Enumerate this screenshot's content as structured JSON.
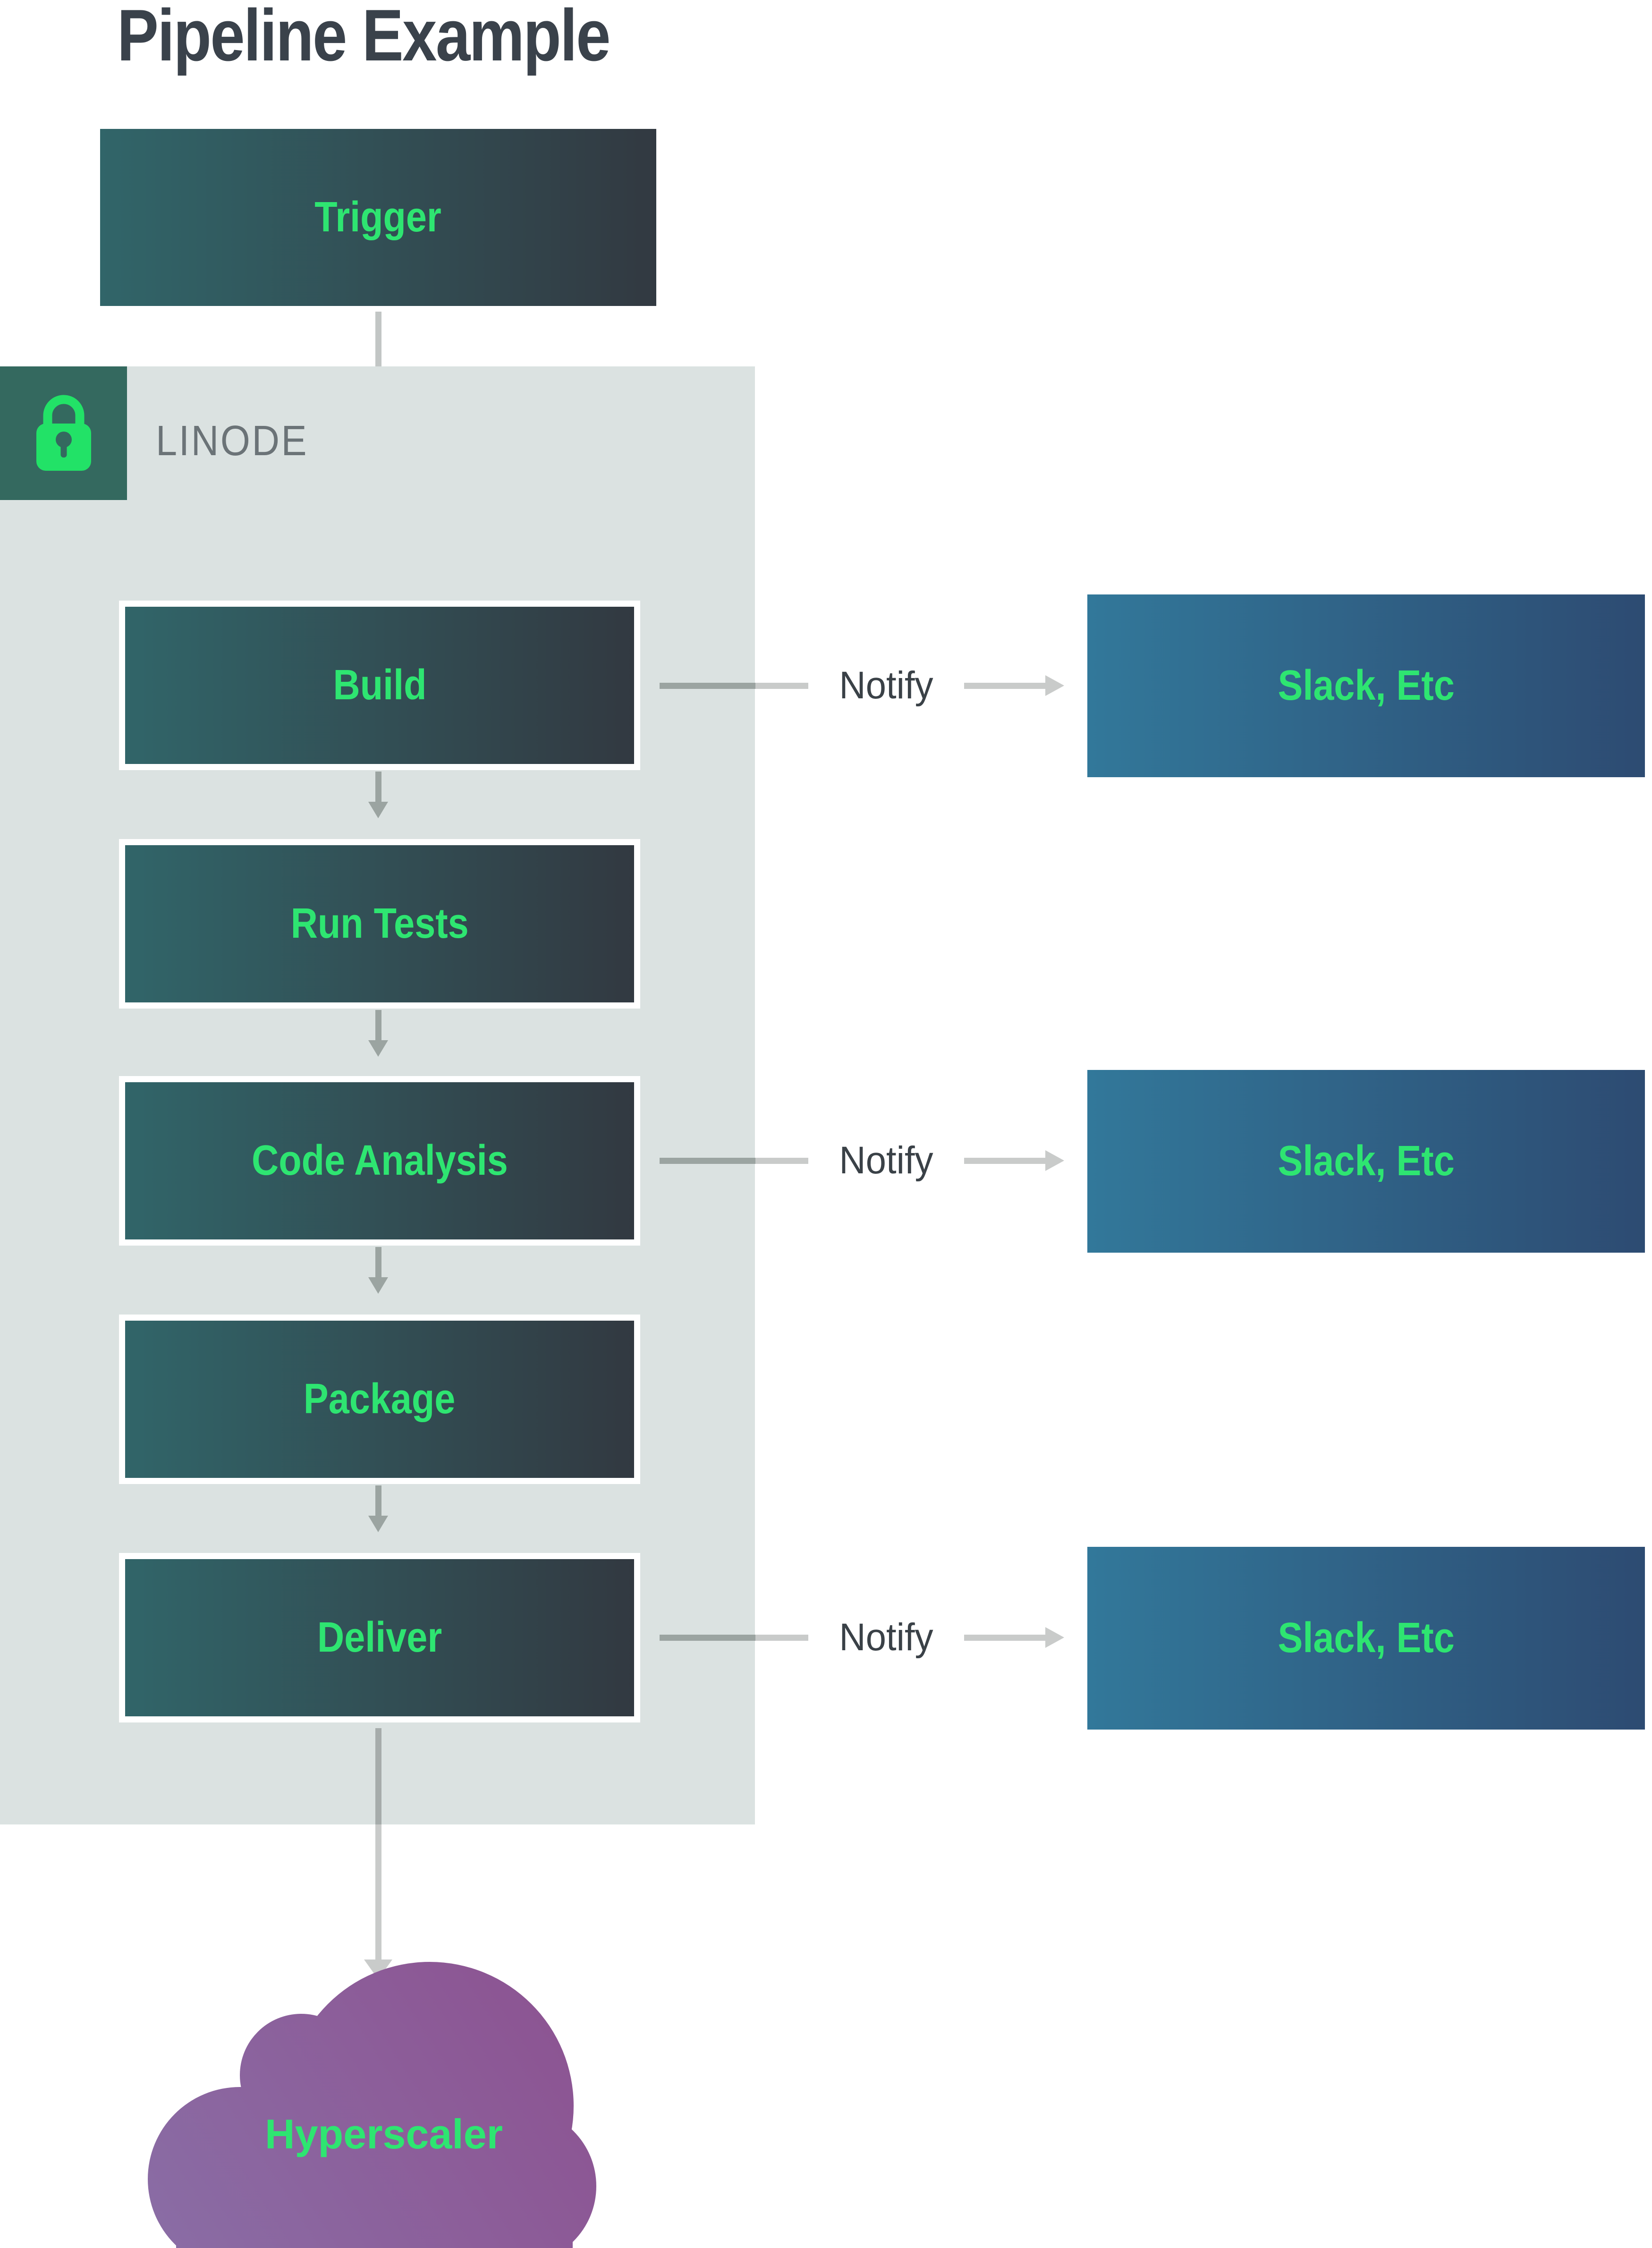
{
  "title": "Pipeline Example",
  "trigger": {
    "label": "Trigger"
  },
  "linode": {
    "label": "LINODE",
    "badge_icon": "lock-icon"
  },
  "steps": [
    {
      "label": "Build"
    },
    {
      "label": "Run Tests"
    },
    {
      "label": "Code Analysis"
    },
    {
      "label": "Package"
    },
    {
      "label": "Deliver"
    }
  ],
  "notify_rows": [
    {
      "label": "Notify",
      "target": "Slack, Etc"
    },
    {
      "label": "Notify",
      "target": "Slack, Etc"
    },
    {
      "label": "Notify",
      "target": "Slack, Etc"
    }
  ],
  "cloud": {
    "label": "Hyperscaler"
  },
  "colors": {
    "title_color": "#3a424b",
    "label_green": "#2ee571",
    "lock_green": "#22e267",
    "notify_color": "#3a4147",
    "linode_text": "#6b7377",
    "container_bg": "#dbe2e1",
    "badge_bg": "#34695f",
    "stage_grad_left": "#316569",
    "stage_grad_right": "#323941",
    "slack_grad_left": "#32789a",
    "slack_grad_right": "#2d4b72",
    "cloud_grad_left": "#8a6da5",
    "cloud_grad_right": "#8d5190",
    "line_dark": "#9ba4a1",
    "line_light": "#c9cbca",
    "arrow_over_white": "#c2c6c5",
    "arrow_over_container": "#a6acab"
  }
}
